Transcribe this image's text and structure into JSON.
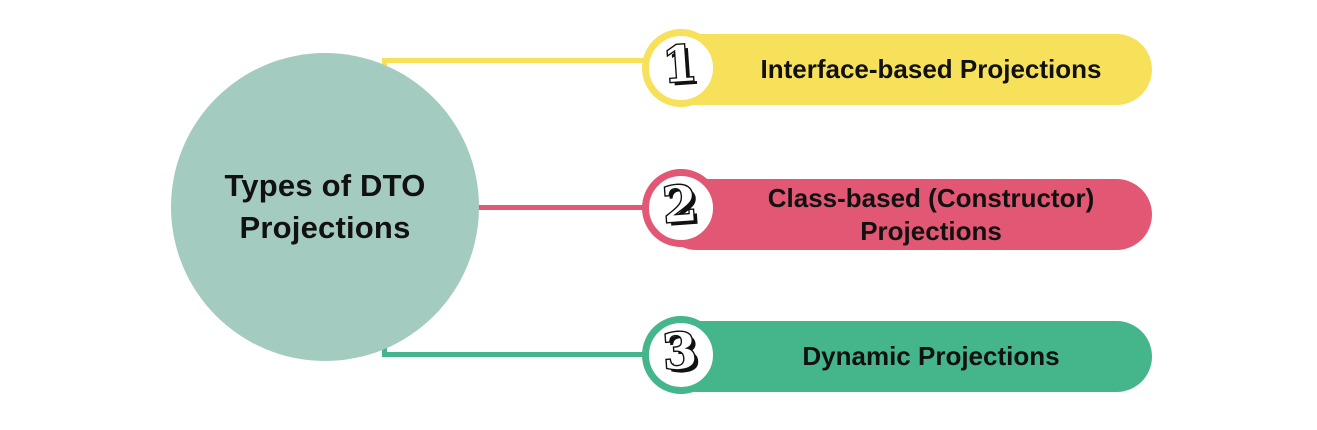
{
  "diagram": {
    "center": {
      "title": "Types of DTO Projections",
      "lines": [
        "Types of DTO",
        "Projections"
      ]
    },
    "items": [
      {
        "number": "1",
        "label": "Interface-based Projections",
        "color": "#f8e15a"
      },
      {
        "number": "2",
        "label": "Class-based (Constructor) Projections",
        "color": "#e25874"
      },
      {
        "number": "3",
        "label": "Dynamic Projections",
        "color": "#45b58b"
      }
    ],
    "colors": {
      "background": "#ffffff",
      "center_circle": "#a3cbc0",
      "text": "#111111",
      "item_yellow": "#f8e15a",
      "item_pink": "#e25874",
      "item_green": "#45b58b",
      "badge_fill": "#ffffff",
      "numeral_fill": "#ffffff",
      "numeral_outline": "#111111"
    }
  }
}
